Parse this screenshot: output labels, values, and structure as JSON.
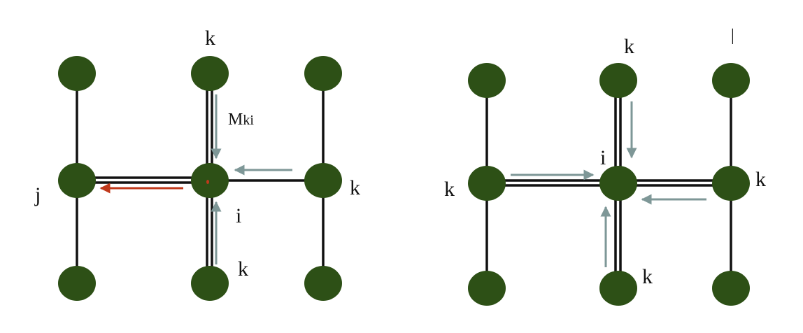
{
  "colors": {
    "node": "#2d5016",
    "edge": "#111111",
    "message_arrow": "#7e9797",
    "highlight_arrow": "#c0391b",
    "background": "#ffffff"
  },
  "left_graph": {
    "labels": {
      "top": "k",
      "mki_main": "M",
      "mki_sub": "ki",
      "left": "j",
      "right": "k",
      "center": "i",
      "bottom": "k"
    }
  },
  "right_graph": {
    "labels": {
      "top": "k",
      "center": "i",
      "left": "k",
      "right": "k",
      "bottom": "k",
      "stray_mark": "|"
    }
  }
}
